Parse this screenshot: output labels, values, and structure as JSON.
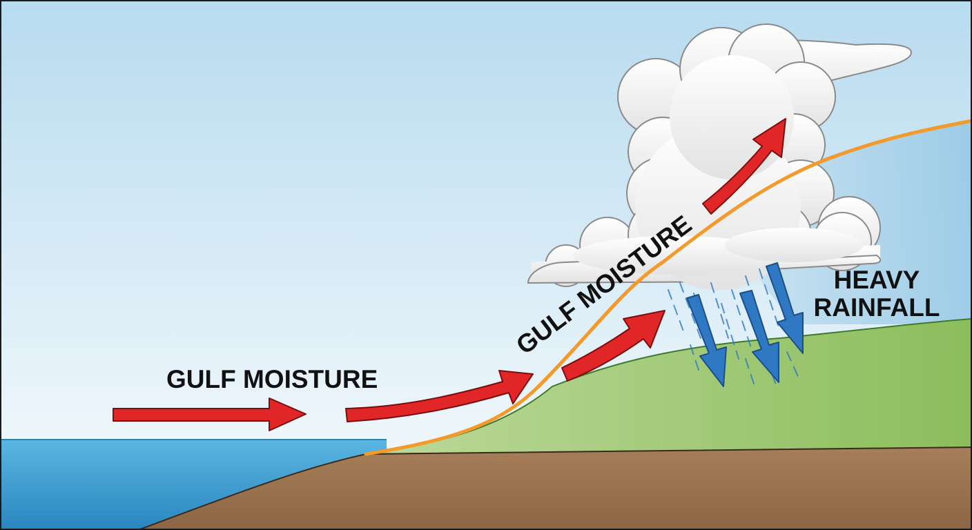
{
  "labels": {
    "moisture_ocean": "GULF MOISTURE",
    "moisture_slope": "GULF MOISTURE",
    "rainfall_line1": "HEAVY",
    "rainfall_line2": "RAINFALL"
  },
  "colors": {
    "sky_top": "#b9dcef",
    "sky_bottom": "#f4f9fc",
    "ocean": "#3f9fd0",
    "land_green": "#a6cc78",
    "soil_brown": "#a17a55",
    "moisture_arrow": "#e02626",
    "rain_arrow": "#2f78c4",
    "boundary_line": "#f39a2b",
    "cloud": "#f3f3f3"
  },
  "icons": [
    "moisture-arrow-icon",
    "rain-arrow-icon",
    "cloud-icon"
  ]
}
